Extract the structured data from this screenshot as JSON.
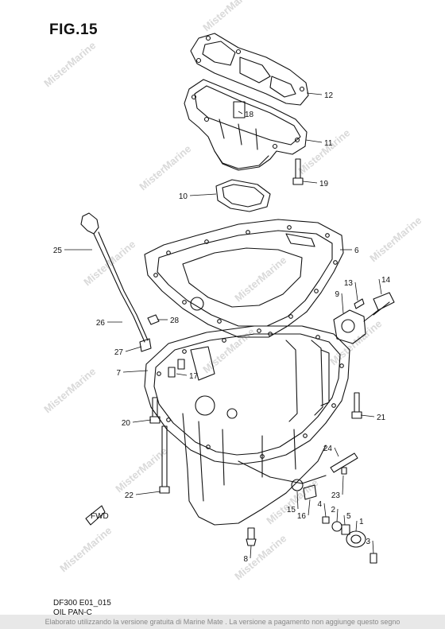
{
  "figure": {
    "title": "FIG.15",
    "model_code": "DF300 E01_015",
    "section_name": "OIL PAN-C",
    "watermark": "MisterMarine",
    "footer_notice": "Elaborato utilizzando la versione gratuita di Marine Mate . La versione a pagamento non aggiunge questo segno",
    "direction_label": "FWD"
  },
  "callouts": [
    {
      "id": "12",
      "label": "12"
    },
    {
      "id": "18",
      "label": "18"
    },
    {
      "id": "11",
      "label": "11"
    },
    {
      "id": "19",
      "label": "19"
    },
    {
      "id": "10",
      "label": "10"
    },
    {
      "id": "25",
      "label": "25"
    },
    {
      "id": "6",
      "label": "6"
    },
    {
      "id": "13",
      "label": "13"
    },
    {
      "id": "14",
      "label": "14"
    },
    {
      "id": "9",
      "label": "9"
    },
    {
      "id": "26",
      "label": "26"
    },
    {
      "id": "28",
      "label": "28"
    },
    {
      "id": "27",
      "label": "27"
    },
    {
      "id": "7",
      "label": "7"
    },
    {
      "id": "17",
      "label": "17"
    },
    {
      "id": "20",
      "label": "20"
    },
    {
      "id": "21",
      "label": "21"
    },
    {
      "id": "24",
      "label": "24"
    },
    {
      "id": "23",
      "label": "23"
    },
    {
      "id": "22",
      "label": "22"
    },
    {
      "id": "15",
      "label": "15"
    },
    {
      "id": "16",
      "label": "16"
    },
    {
      "id": "4",
      "label": "4"
    },
    {
      "id": "2",
      "label": "2"
    },
    {
      "id": "5",
      "label": "5"
    },
    {
      "id": "1",
      "label": "1"
    },
    {
      "id": "3",
      "label": "3"
    },
    {
      "id": "8",
      "label": "8"
    }
  ]
}
